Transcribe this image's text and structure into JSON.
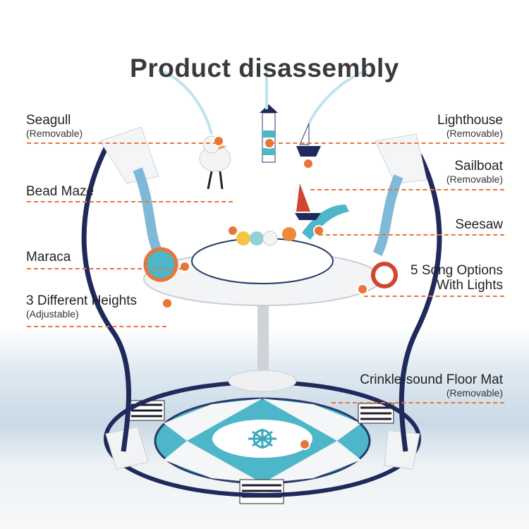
{
  "title": "Product disassembly",
  "accent_color": "#e8753a",
  "labels": {
    "seagull": {
      "name": "Seagull",
      "note": "(Removable)"
    },
    "bead_maze": {
      "name": "Bead Maze"
    },
    "maraca": {
      "name": "Maraca"
    },
    "heights": {
      "name": "3 Different Heights",
      "note": "(Adjustable)"
    },
    "lighthouse": {
      "name": "Lighthouse",
      "note": "(Removable)"
    },
    "sailboat": {
      "name": "Sailboat",
      "note": "(Removable)"
    },
    "seesaw": {
      "name": "Seesaw"
    },
    "songs": {
      "line1": "5 Song Options",
      "line2": "With Lights"
    },
    "floor_mat": {
      "name": "Crinkle-sound Floor Mat",
      "note": "(Removable)"
    }
  }
}
